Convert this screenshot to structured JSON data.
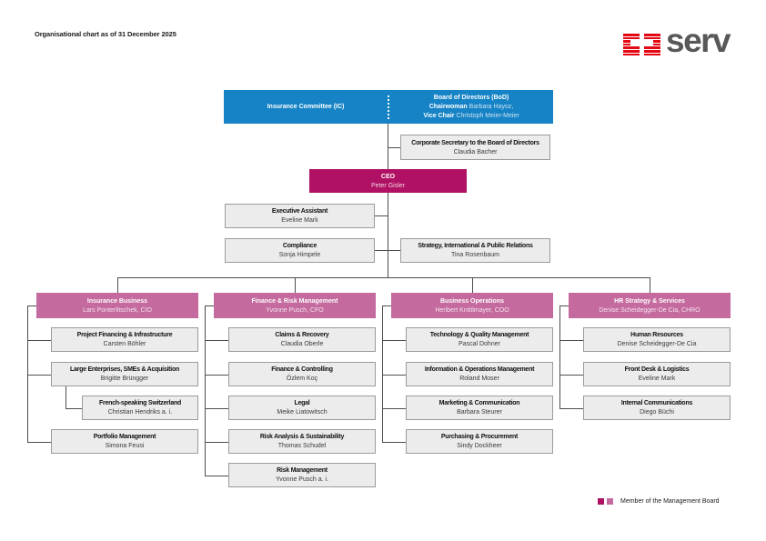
{
  "meta": {
    "title": "Organisational chart as of 31 December 2025"
  },
  "logo": {
    "text": "serv"
  },
  "board": {
    "committee": "Insurance Committee (IC)",
    "title": "Board of Directors (BoD)",
    "chair_label": "Chairwoman",
    "chair_name": "Barbara Hayoz,",
    "vice_label": "Vice Chair",
    "vice_name": "Christoph Meier-Meier"
  },
  "secretary": {
    "title": "Corporate Secretary to the Board of Directors",
    "name": "Claudia Bacher"
  },
  "ceo": {
    "title": "CEO",
    "name": "Peter Gisler"
  },
  "staff": [
    {
      "title": "Executive Assistant",
      "name": "Eveline Mark"
    },
    {
      "title": "Compliance",
      "name": "Sonja Himpele"
    },
    {
      "title": "Strategy, International & Public Relations",
      "name": "Tina Rosenbaum"
    }
  ],
  "divisions": [
    {
      "title": "Insurance Business",
      "head": "Lars Ponterlitschek, CIO",
      "units": [
        {
          "title": "Project Financing & Infrastructure",
          "name": "Carsten Böhler"
        },
        {
          "title": "Large Enterprises, SMEs & Acquisition",
          "name": "Brigitte Brüngger"
        },
        {
          "title": "French-speaking Switzerland",
          "name": "Christian Hendriks a. i.",
          "indent": true
        },
        {
          "title": "Portfolio Management",
          "name": "Simona Feusi"
        }
      ]
    },
    {
      "title": "Finance & Risk Management",
      "head": "Yvonne Pusch, CFO",
      "units": [
        {
          "title": "Claims & Recovery",
          "name": "Claudia Oberle"
        },
        {
          "title": "Finance & Controlling",
          "name": "Özlem Koç"
        },
        {
          "title": "Legal",
          "name": "Meike Liatowitsch"
        },
        {
          "title": "Risk Analysis & Sustainability",
          "name": "Thomas Schudel"
        },
        {
          "title": "Risk Management",
          "name": "Yvonne Pusch a. i."
        }
      ]
    },
    {
      "title": "Business Operations",
      "head": "Heribert Knittlmayer, COO",
      "units": [
        {
          "title": "Technology & Quality Management",
          "name": "Pascal Dohner"
        },
        {
          "title": "Information & Operations Management",
          "name": "Roland Moser"
        },
        {
          "title": "Marketing & Communication",
          "name": "Barbara Steurer"
        },
        {
          "title": "Purchasing & Procurement",
          "name": "Sindy Dockheer"
        }
      ]
    },
    {
      "title": "HR Strategy & Services",
      "head": "Denise Scheidegger-De Cia, CHRO",
      "units": [
        {
          "title": "Human Resources",
          "name": "Denise Scheidegger-De Cia"
        },
        {
          "title": "Front Desk & Logistics",
          "name": "Eveline Mark"
        },
        {
          "title": "Internal Communications",
          "name": "Diego Büchi"
        }
      ]
    }
  ],
  "legend": {
    "label": "Member of the Management Board"
  },
  "colors": {
    "board_blue": "#1583c5",
    "ceo_magenta": "#b01164",
    "division_pink": "#c46a9e",
    "logo_red": "#e30613",
    "unit_gray": "#ececec"
  }
}
